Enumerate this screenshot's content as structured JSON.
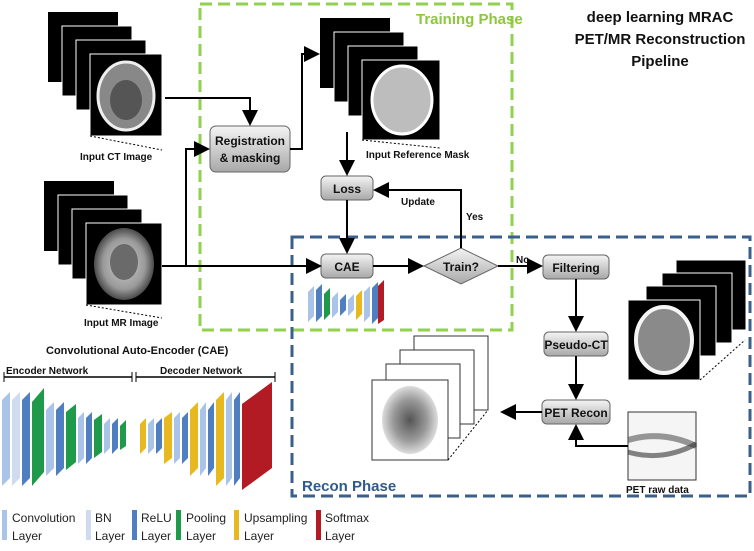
{
  "title": {
    "line1": "deep learning MRAC",
    "line2": "PET/MR Reconstruction",
    "line3": "Pipeline"
  },
  "phases": {
    "training": "Training Phase",
    "recon": "Recon Phase"
  },
  "inputs": {
    "ct": "Input CT Image",
    "mr": "Input MR Image",
    "mask": "Input Reference Mask",
    "pet_raw": "PET raw data"
  },
  "nodes": {
    "registration_1": "Registration",
    "registration_2": "& masking",
    "loss": "Loss",
    "cae": "CAE",
    "train": "Train?",
    "filtering": "Filtering",
    "pseudo_ct": "Pseudo-CT",
    "pet_recon": "PET Recon"
  },
  "edges": {
    "update": "Update",
    "yes": "Yes",
    "no": "No"
  },
  "cae_panel": {
    "title": "Convolutional Auto-Encoder (CAE)",
    "encoder": "Encoder Network",
    "decoder": "Decoder Network"
  },
  "legend": [
    {
      "line1": "Convolution",
      "line2": "Layer",
      "color": "#a9c4e8"
    },
    {
      "line1": "BN",
      "line2": "Layer",
      "color": "#cfdcf0"
    },
    {
      "line1": "ReLU",
      "line2": "Layer",
      "color": "#4f7fc0"
    },
    {
      "line1": "Pooling",
      "line2": "Layer",
      "color": "#1f9a4a"
    },
    {
      "line1": "Upsampling",
      "line2": "Layer",
      "color": "#e8b820"
    },
    {
      "line1": "Softmax",
      "line2": "Layer",
      "color": "#b31b24"
    }
  ],
  "colors": {
    "training_border": "#92d050",
    "training_text": "#8dc63f",
    "recon_border": "#3a5f8a",
    "recon_text": "#2f5b8a"
  }
}
